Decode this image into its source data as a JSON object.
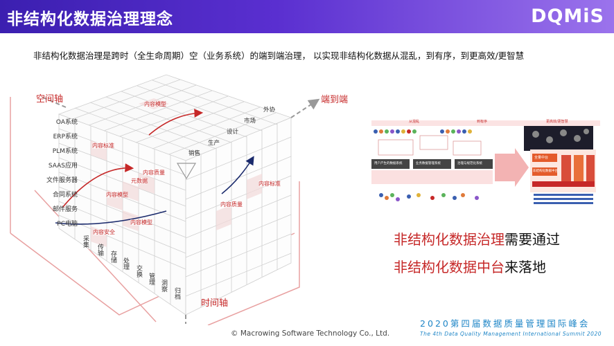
{
  "header": {
    "title": "非结构化数据治理理念",
    "logo": "DQMiS"
  },
  "intro": "非结构化数据治理是跨时（全生命周期）空（业务系统）的端到端治理，   以实现非结构化数据从混乱，到有序，到更高效/更智慧",
  "cube": {
    "axis_space": "空间轴",
    "axis_end": "端到端",
    "axis_time": "时间轴",
    "systems": [
      "OA系统",
      "ERP系统",
      "PLM系统",
      "SAAS应用",
      "文件服务器",
      "合同系统",
      "邮件服务",
      "PC电脑"
    ],
    "operations": [
      "采集",
      "传输",
      "存储",
      "处理",
      "交换",
      "管理",
      "洞察",
      "归档"
    ],
    "dimensions": [
      "外协",
      "市场",
      "设计",
      "生产",
      "销售"
    ],
    "tags": {
      "top": "内容模型",
      "left1": "内容标准",
      "left2": "内容质量",
      "left3": "元数据",
      "left4": "内容模型",
      "left5": "内容模型",
      "left6": "内容安全",
      "right1": "内容标准",
      "right2": "内容质量"
    }
  },
  "diagram": {
    "stages": [
      "从混乱",
      "到有序",
      "更高效/更智慧"
    ],
    "boxes": [
      "用户产生的数据系统",
      "业务数据管理系统",
      "治理与规范化系统"
    ],
    "center": [
      "全量中台",
      "非结构化数据中台"
    ]
  },
  "slogan": {
    "line1_em": "非结构化数据治理",
    "line1_rest": "需要通过",
    "line2_em": "非结构化数据中台",
    "line2_rest": "来落地"
  },
  "footer": {
    "copyright": "© Macrowing Software Technology Co., Ltd.",
    "summit_cn": "2020第四届数据质量管理国际峰会",
    "summit_en": "The 4th Data Quality Management International Summit 2020"
  }
}
